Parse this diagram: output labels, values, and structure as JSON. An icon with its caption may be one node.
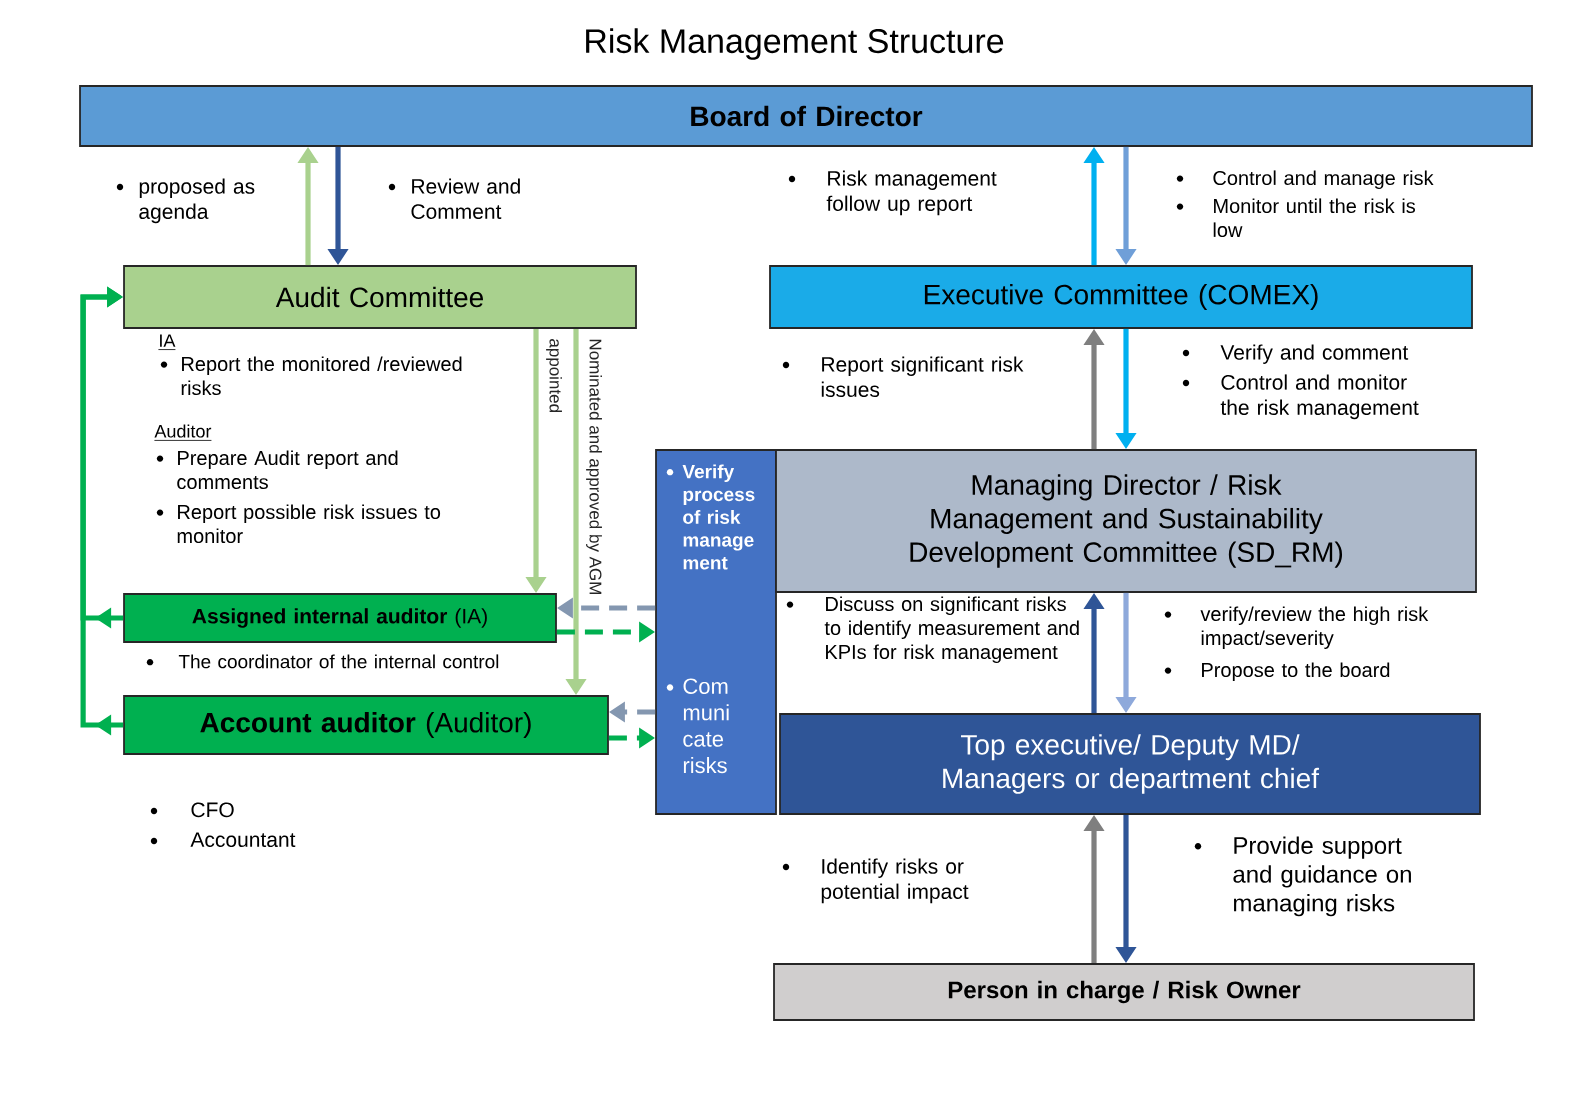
{
  "diagram": {
    "title": "Risk Management Structure",
    "nodes": [
      {
        "text": [
          "Board of Director"
        ]
      },
      {
        "text": [
          "Audit Committee"
        ]
      },
      {
        "text": [
          "Executive Committee (COMEX)"
        ]
      },
      {
        "text": [
          "Verify process of risk manage ment",
          "Com muni cate risks"
        ]
      },
      {
        "text": [
          "Managing Director / Risk Management and Sustainability Development Committee (SD_RM)"
        ]
      },
      {
        "text": [
          "**Assigned internal auditor** (IA)"
        ],
        "beside": [
          "The coordinator of the internal control"
        ]
      },
      {
        "text": [
          "**Account auditor** (Auditor)"
        ]
      },
      {
        "text": [
          "Top executive/ Deputy MD/ Managers or department chief"
        ]
      },
      {
        "text": [
          "Person in charge / Risk Owner"
        ]
      }
    ],
    "edges": [
      {
        "from": 1,
        "to": 0,
        "arrow": "to",
        "color": "#a9d18e"
      },
      {
        "from": 0,
        "to": 1,
        "arrow": "to",
        "color": "#2f5597"
      },
      {
        "from": 2,
        "to": 0,
        "arrow": "to",
        "color": "#00b0f0"
      },
      {
        "from": 0,
        "to": 2,
        "arrow": "to",
        "color": "#6f9fd8"
      },
      {
        "from": 4,
        "to": 2,
        "arrow": "to",
        "color": "#7f7f7f"
      },
      {
        "from": 2,
        "to": 4,
        "arrow": "to",
        "color": "#00b0f0"
      },
      {
        "from": 7,
        "to": 4,
        "arrow": "to",
        "color": "#2f5597"
      },
      {
        "from": 4,
        "to": 7,
        "arrow": "to",
        "color": "#8ea9db"
      },
      {
        "from": 8,
        "to": 7,
        "arrow": "to",
        "color": "#7f7f7f"
      },
      {
        "from": 7,
        "to": 8,
        "arrow": "to",
        "color": "#2f5597"
      },
      {
        "from": 1,
        "to": 5,
        "arrow": "to",
        "label": "appointed",
        "color": "#a9d18e"
      },
      {
        "from": 1,
        "to": 6,
        "arrow": "to",
        "label": "Nominated and approved by AGM",
        "color": "#a9d18e"
      },
      {
        "from": 5,
        "to": 1,
        "arrow": "to",
        "color": "#00b050"
      },
      {
        "from": 6,
        "to": 1,
        "arrow": "to",
        "color": "#00b050"
      },
      {
        "from": 3,
        "to": 5,
        "arrow": "to",
        "style": "dashed",
        "color": "#8497b0"
      },
      {
        "from": 5,
        "to": 3,
        "arrow": "to",
        "style": "dashed",
        "color": "#00b050"
      },
      {
        "from": 3,
        "to": 6,
        "arrow": "to",
        "style": "dashed",
        "color": "#8497b0"
      },
      {
        "from": 6,
        "to": 3,
        "arrow": "to",
        "style": "dashed",
        "color": "#00b050"
      }
    ],
    "labels": [
      "proposed as agenda",
      "Review and Comment",
      "Risk management follow up report",
      "Control and manage risk",
      "Monitor until the risk is low",
      "IA",
      "Report the monitored /reviewed risks",
      "Auditor",
      "Prepare Audit report and comments",
      "Report possible risk issues to monitor",
      "Report significant risk issues",
      "Verify and comment",
      "Control and monitor the risk management",
      "Discuss on significant risks to identify measurement and KPIs for risk management",
      "verify/review the high risk impact/severity",
      "Propose to the board",
      "CFO",
      "Accountant",
      "Identify risks or potential impact",
      "Provide support and guidance on managing risks"
    ]
  }
}
